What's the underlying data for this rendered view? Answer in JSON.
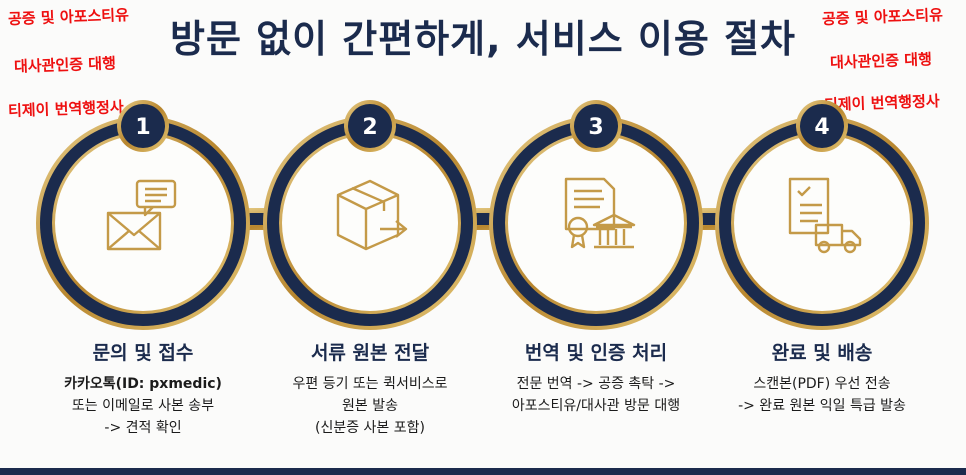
{
  "title": "방문 없이 간편하게, 서비스 이용 절차",
  "watermark_left": [
    "공증 및 아포스티유",
    "대사관인증 대행",
    "티제이 번역행정사"
  ],
  "watermark_right": [
    "공증 및 아포스티유",
    "대사관인증 대행",
    "티제이 번역행정사"
  ],
  "steps": [
    {
      "number": "1",
      "icon": "envelope-chat-icon",
      "heading": "문의 및 접수",
      "lines": [
        "카카오톡(ID: pxmedic)",
        "또는 이메일로 사본 송부",
        "-> 견적 확인"
      ]
    },
    {
      "number": "2",
      "icon": "box-arrow-icon",
      "heading": "서류 원본 전달",
      "lines": [
        "우편 등기 또는 퀵서비스로",
        "원본 발송",
        "(신분증 사본 포함)"
      ]
    },
    {
      "number": "3",
      "icon": "certificate-bank-icon",
      "heading": "번역 및 인증 처리",
      "lines": [
        "전문 번역 -> 공증 촉탁 ->",
        "아포스티유/대사관 방문 대행"
      ]
    },
    {
      "number": "4",
      "icon": "checklist-truck-icon",
      "heading": "완료 및 배송",
      "lines": [
        "스캔본(PDF) 우선 전송",
        "-> 완료 원본 익일 특급 발송"
      ]
    }
  ],
  "colors": {
    "navy": "#1b2b4d",
    "gold": "#c9a24e",
    "red": "#ee1010"
  }
}
